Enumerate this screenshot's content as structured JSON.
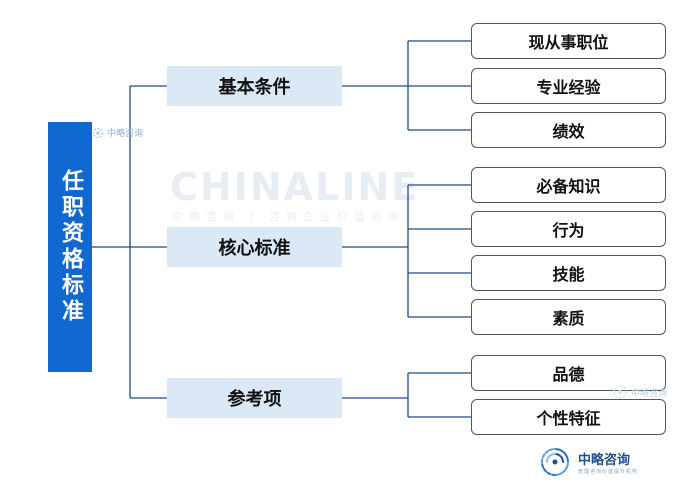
{
  "root": {
    "label": "任职资格标准"
  },
  "groups": [
    {
      "label": "基本条件",
      "items": [
        "现从事职位",
        "专业经验",
        "绩效"
      ]
    },
    {
      "label": "核心标准",
      "items": [
        "必备知识",
        "行为",
        "技能",
        "素质"
      ]
    },
    {
      "label": "参考项",
      "items": [
        "品德",
        "个性特征"
      ]
    }
  ],
  "watermark": {
    "brand": "CHINALINE",
    "tagline": "中略咨询 | 咨询企业价值咨询",
    "logo_name": "中略咨询",
    "logo_tagline": "管理咨询价值提升机构"
  },
  "colors": {
    "root_bg": "#1168d0",
    "group_bg": "#dbe9f6",
    "line": "#1d4a86",
    "leaf_border": "#555555"
  }
}
